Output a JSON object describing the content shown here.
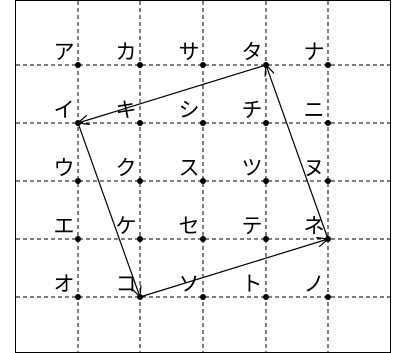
{
  "grid": {
    "rows": [
      [
        "ア",
        "カ",
        "サ",
        "タ",
        "ナ"
      ],
      [
        "イ",
        "キ",
        "シ",
        "チ",
        "ニ"
      ],
      [
        "ウ",
        "ク",
        "ス",
        "ツ",
        "ヌ"
      ],
      [
        "エ",
        "ケ",
        "セ",
        "テ",
        "ネ"
      ],
      [
        "オ",
        "コ",
        "ソ",
        "ト",
        "ノ"
      ]
    ]
  },
  "path": {
    "arrows": [
      {
        "from": "タ",
        "to": "イ"
      },
      {
        "from": "イ",
        "to": "コ"
      },
      {
        "from": "コ",
        "to": "ネ"
      },
      {
        "from": "ネ",
        "to": "タ"
      }
    ]
  }
}
